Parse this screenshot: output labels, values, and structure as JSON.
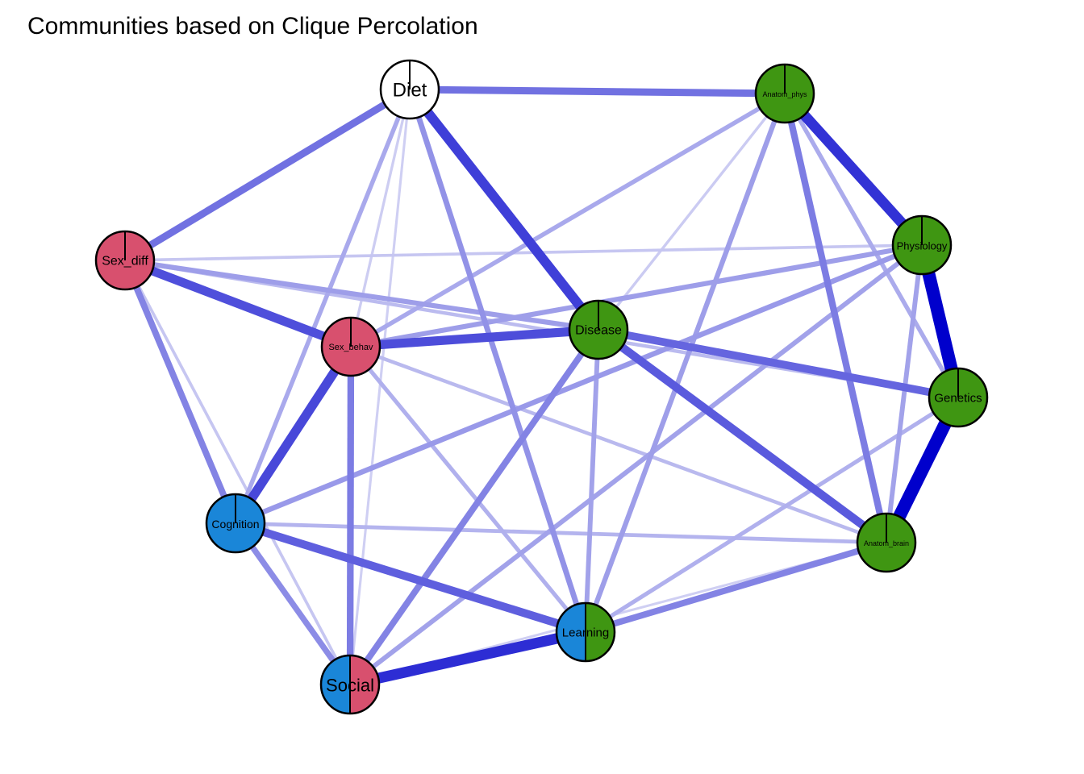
{
  "title": "Communities based on Clique Percolation",
  "colors": {
    "community_pink": "#d8506e",
    "community_blue": "#1a86d8",
    "community_green": "#3f9612",
    "unassigned": "#ffffff",
    "edge": "#0000cc",
    "node_border": "#000000"
  },
  "nodes": [
    {
      "id": "diet",
      "label": "Diet",
      "communities": []
    },
    {
      "id": "anatom_phys",
      "label": "Anatom_phys",
      "communities": [
        "green"
      ]
    },
    {
      "id": "sex_diff",
      "label": "Sex_diff",
      "communities": [
        "pink"
      ]
    },
    {
      "id": "physiology",
      "label": "Physiology",
      "communities": [
        "green"
      ]
    },
    {
      "id": "disease",
      "label": "Disease",
      "communities": [
        "green"
      ]
    },
    {
      "id": "sex_behav",
      "label": "Sex_behav",
      "communities": [
        "pink"
      ]
    },
    {
      "id": "genetics",
      "label": "Genetics",
      "communities": [
        "green"
      ]
    },
    {
      "id": "cognition",
      "label": "Cognition",
      "communities": [
        "blue"
      ]
    },
    {
      "id": "anatom_brain",
      "label": "Anatom_brain",
      "communities": [
        "green"
      ]
    },
    {
      "id": "learning",
      "label": "Learning",
      "communities": [
        "blue",
        "green"
      ]
    },
    {
      "id": "social",
      "label": "Social",
      "communities": [
        "blue",
        "pink"
      ]
    }
  ],
  "edges": [
    {
      "source": "physiology",
      "target": "genetics",
      "weight": 1.0
    },
    {
      "source": "genetics",
      "target": "anatom_brain",
      "weight": 1.0
    },
    {
      "source": "anatom_phys",
      "target": "physiology",
      "weight": 0.78
    },
    {
      "source": "social",
      "target": "learning",
      "weight": 0.8
    },
    {
      "source": "diet",
      "target": "disease",
      "weight": 0.72
    },
    {
      "source": "sex_behav",
      "target": "cognition",
      "weight": 0.68
    },
    {
      "source": "sex_diff",
      "target": "sex_behav",
      "weight": 0.65
    },
    {
      "source": "sex_behav",
      "target": "disease",
      "weight": 0.66
    },
    {
      "source": "disease",
      "target": "anatom_brain",
      "weight": 0.6
    },
    {
      "source": "disease",
      "target": "genetics",
      "weight": 0.55
    },
    {
      "source": "diet",
      "target": "anatom_phys",
      "weight": 0.5
    },
    {
      "source": "diet",
      "target": "sex_diff",
      "weight": 0.5
    },
    {
      "source": "cognition",
      "target": "learning",
      "weight": 0.58
    },
    {
      "source": "sex_behav",
      "target": "social",
      "weight": 0.45
    },
    {
      "source": "social",
      "target": "disease",
      "weight": 0.42
    },
    {
      "source": "learning",
      "target": "anatom_brain",
      "weight": 0.42
    },
    {
      "source": "anatom_phys",
      "target": "anatom_brain",
      "weight": 0.45
    },
    {
      "source": "sex_diff",
      "target": "cognition",
      "weight": 0.42
    },
    {
      "source": "cognition",
      "target": "social",
      "weight": 0.38
    },
    {
      "source": "diet",
      "target": "learning",
      "weight": 0.35
    },
    {
      "source": "cognition",
      "target": "physiology",
      "weight": 0.32
    },
    {
      "source": "sex_behav",
      "target": "physiology",
      "weight": 0.3
    },
    {
      "source": "sex_diff",
      "target": "disease",
      "weight": 0.3
    },
    {
      "source": "disease",
      "target": "learning",
      "weight": 0.28
    },
    {
      "source": "learning",
      "target": "genetics",
      "weight": 0.22
    },
    {
      "source": "social",
      "target": "physiology",
      "weight": 0.28
    },
    {
      "source": "anatom_phys",
      "target": "learning",
      "weight": 0.3
    },
    {
      "source": "sex_behav",
      "target": "anatom_phys",
      "weight": 0.25
    },
    {
      "source": "diet",
      "target": "cognition",
      "weight": 0.25
    },
    {
      "source": "physiology",
      "target": "anatom_brain",
      "weight": 0.28
    },
    {
      "source": "anatom_phys",
      "target": "genetics",
      "weight": 0.24
    },
    {
      "source": "sex_behav",
      "target": "learning",
      "weight": 0.22
    },
    {
      "source": "cognition",
      "target": "anatom_brain",
      "weight": 0.2
    },
    {
      "source": "sex_behav",
      "target": "anatom_brain",
      "weight": 0.18
    },
    {
      "source": "sex_diff",
      "target": "genetics",
      "weight": 0.17
    },
    {
      "source": "sex_diff",
      "target": "physiology",
      "weight": 0.12
    },
    {
      "source": "sex_diff",
      "target": "social",
      "weight": 0.12
    },
    {
      "source": "diet",
      "target": "social",
      "weight": 0.08
    },
    {
      "source": "anatom_phys",
      "target": "disease",
      "weight": 0.1
    },
    {
      "source": "diet",
      "target": "sex_behav",
      "weight": 0.09
    },
    {
      "source": "social",
      "target": "anatom_brain",
      "weight": 0.08
    },
    {
      "source": "learning",
      "target": "social",
      "weight": 0.1
    }
  ]
}
